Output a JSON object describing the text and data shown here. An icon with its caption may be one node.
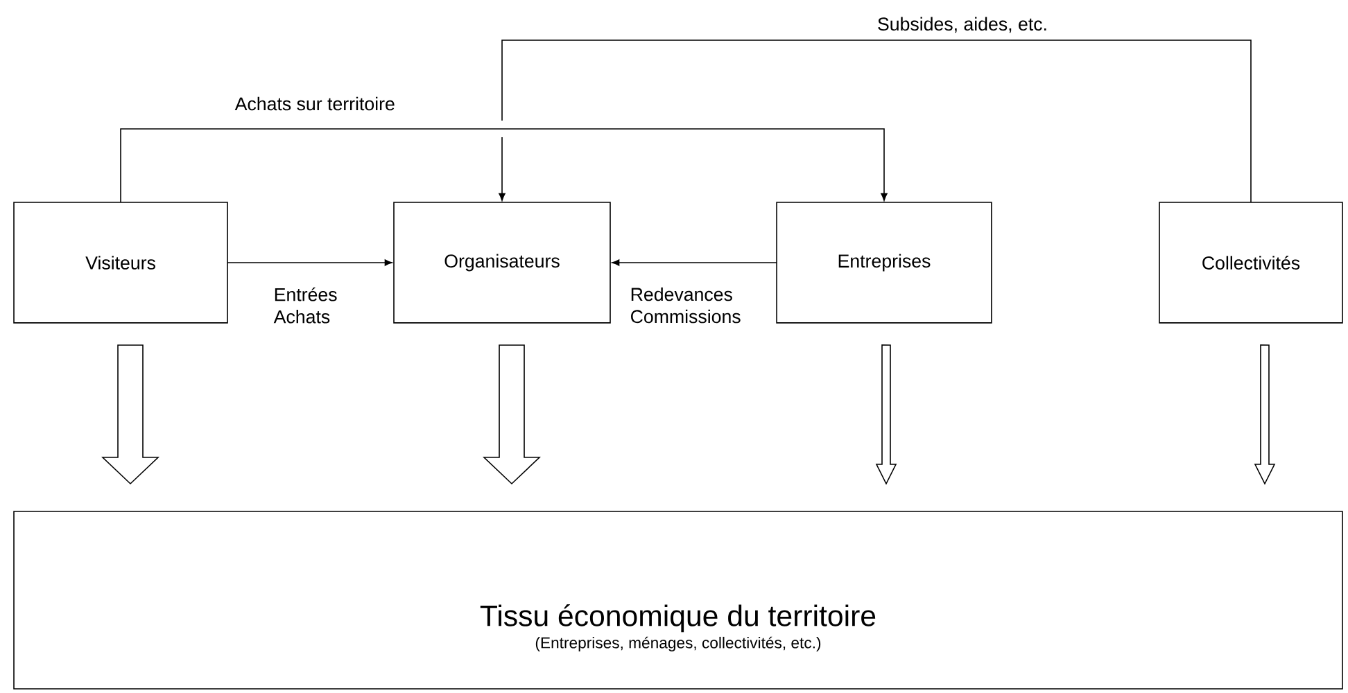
{
  "diagram": {
    "nodes": [
      {
        "text": [
          "Visiteurs"
        ]
      },
      {
        "text": [
          "Organisateurs"
        ]
      },
      {
        "text": [
          "Entreprises"
        ]
      },
      {
        "text": [
          "Collectivités"
        ]
      },
      {
        "text": [
          "Tissu économique du territoire",
          "(Entreprises, ménages, collectivités, etc.)"
        ]
      }
    ],
    "edges": [
      {
        "from": 0,
        "to": 1,
        "arrow": "to",
        "label": "Entrées Achats"
      },
      {
        "from": 2,
        "to": 1,
        "arrow": "to",
        "label": "Redevances Commissions"
      },
      {
        "from": 3,
        "to": 1,
        "arrow": "to",
        "label": "Subsides, aides, etc."
      },
      {
        "from": 0,
        "to": 2,
        "arrow": "to",
        "label": "Achats sur territoire"
      },
      {
        "from": 0,
        "to": 4,
        "arrow": "to",
        "style": "thick"
      },
      {
        "from": 1,
        "to": 4,
        "arrow": "to",
        "style": "thick"
      },
      {
        "from": 2,
        "to": 4,
        "arrow": "to"
      },
      {
        "from": 3,
        "to": 4,
        "arrow": "to"
      }
    ]
  }
}
